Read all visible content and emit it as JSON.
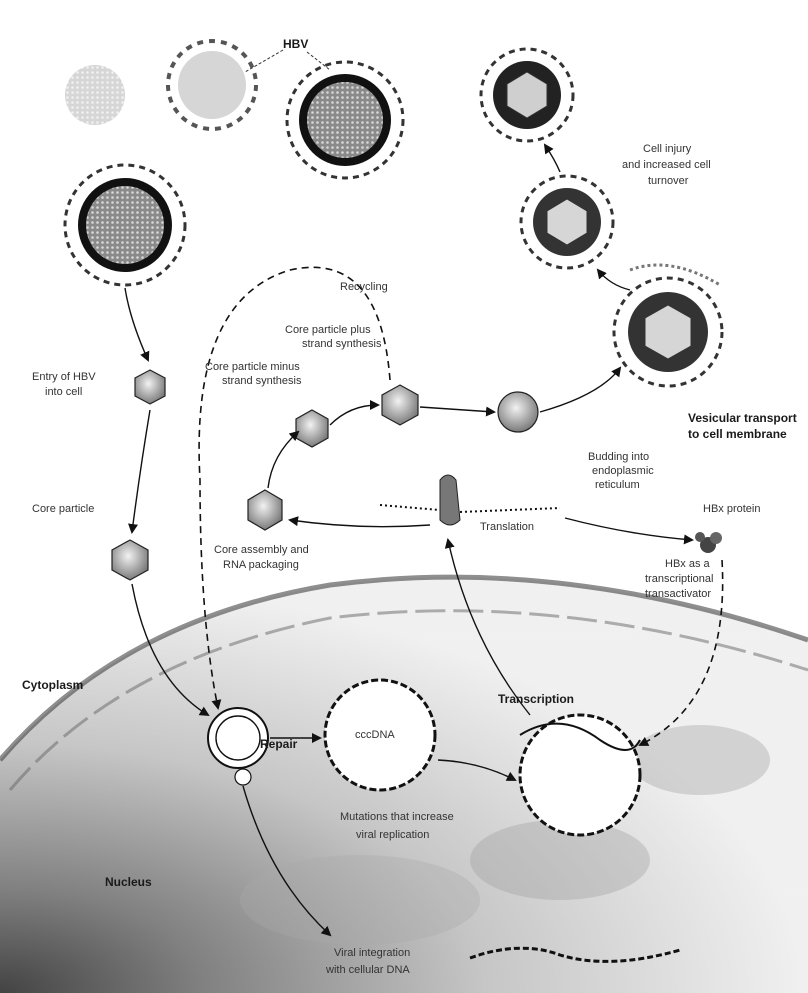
{
  "labels": {
    "hbv": "HBV",
    "cell_injury_1": "Cell injury",
    "cell_injury_2": "and increased cell",
    "cell_injury_3": "turnover",
    "recycling": "Recycling",
    "core_plus_1": "Core particle plus",
    "core_plus_2": "strand synthesis",
    "core_minus_1": "Core particle minus",
    "core_minus_2": "strand synthesis",
    "entry_1": "Entry of HBV",
    "entry_2": "into cell",
    "vesicular_1": "Vesicular transport",
    "vesicular_2": "to cell membrane",
    "budding_1": "Budding into",
    "budding_2": "endoplasmic",
    "budding_3": "reticulum",
    "core_particle": "Core particle",
    "translation": "Translation",
    "hbx_protein": "HBx protein",
    "core_assembly_1": "Core assembly and",
    "core_assembly_2": "RNA packaging",
    "hbx_act_1": "HBx as a",
    "hbx_act_2": "transcriptional",
    "hbx_act_3": "transactivator",
    "cytoplasm": "Cytoplasm",
    "transcription": "Transcription",
    "cccdna": "cccDNA",
    "repair": "Repair",
    "mutations_1": "Mutations that increase",
    "mutations_2": "viral replication",
    "nucleus": "Nucleus",
    "integration_1": "Viral integration",
    "integration_2": "with cellular DNA"
  }
}
